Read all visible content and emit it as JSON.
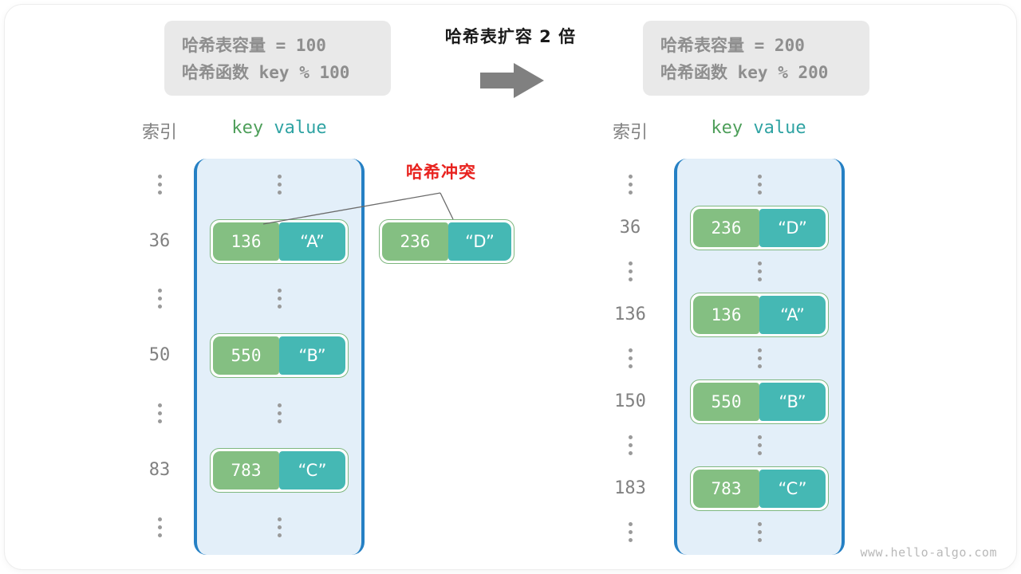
{
  "diagram": {
    "title": "哈希表扩容 2 倍",
    "watermark": "www.hello-algo.com",
    "collision_label": "哈希冲突",
    "arrow_color": "#808080",
    "colors": {
      "bucket_fill": "#e3eff9",
      "bucket_border": "#2580c4",
      "key_fill": "#84bf82",
      "value_fill": "#45b8b4",
      "pair_border": "#7eb77f",
      "info_box_fill": "#e9e9e9",
      "info_text": "#8e8e8e",
      "index_text": "#808080",
      "collision_text": "#e8231f",
      "key_header": "#4e9f5a",
      "value_header": "#2fa3a3"
    }
  },
  "before": {
    "info": {
      "capacity_label": "哈希表容量",
      "capacity_value": " = 100",
      "function_label": "哈希函数",
      "function_value": " key % 100"
    },
    "headers": {
      "index": "索引",
      "key": "key",
      "value": "value"
    },
    "rows": [
      {
        "index": "⋮",
        "type": "dots"
      },
      {
        "index": "36",
        "type": "entry",
        "key": "136",
        "value": "“A”"
      },
      {
        "index": "⋮",
        "type": "dots"
      },
      {
        "index": "50",
        "type": "entry",
        "key": "550",
        "value": "“B”"
      },
      {
        "index": "⋮",
        "type": "dots"
      },
      {
        "index": "83",
        "type": "entry",
        "key": "783",
        "value": "“C”"
      },
      {
        "index": "⋮",
        "type": "dots"
      }
    ],
    "colliding_entry": {
      "key": "236",
      "value": "“D”"
    }
  },
  "after": {
    "info": {
      "capacity_label": "哈希表容量",
      "capacity_value": " = 200",
      "function_label": "哈希函数",
      "function_value": " key % 200"
    },
    "headers": {
      "index": "索引",
      "key": "key",
      "value": "value"
    },
    "rows": [
      {
        "index": "⋮",
        "type": "dots"
      },
      {
        "index": "36",
        "type": "entry",
        "key": "236",
        "value": "“D”"
      },
      {
        "index": "⋮",
        "type": "dots"
      },
      {
        "index": "136",
        "type": "entry",
        "key": "136",
        "value": "“A”"
      },
      {
        "index": "⋮",
        "type": "dots"
      },
      {
        "index": "150",
        "type": "entry",
        "key": "550",
        "value": "“B”"
      },
      {
        "index": "⋮",
        "type": "dots"
      },
      {
        "index": "183",
        "type": "entry",
        "key": "783",
        "value": "“C”"
      },
      {
        "index": "⋮",
        "type": "dots"
      }
    ]
  }
}
